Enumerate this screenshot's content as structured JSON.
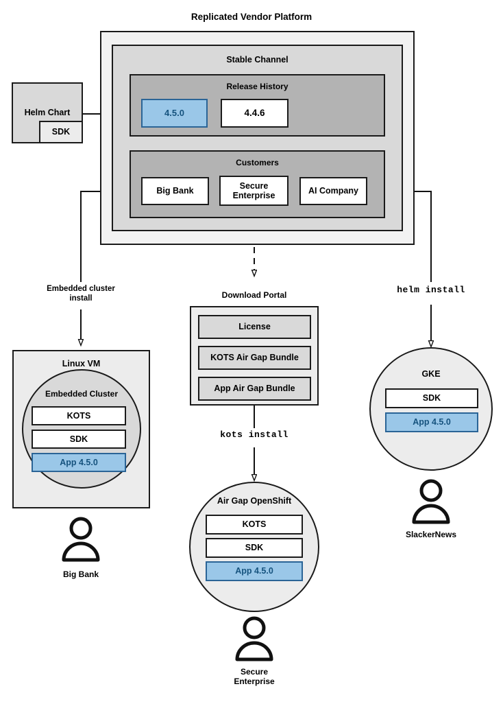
{
  "diagram": {
    "title": "Replicated Vendor Platform",
    "theme": {
      "highlight_fill": "#9ac7e8",
      "highlight_border": "#2a6496",
      "highlight_text": "#16537e",
      "stroke": "#1a1a1a",
      "platform_fill": "#f2f2f2",
      "channel_fill": "#d9d9d9",
      "section_fill": "#b3b3b3",
      "node_fill": "#ececec"
    },
    "platform": {
      "label": "Replicated Vendor Platform",
      "channel": {
        "label": "Stable Channel",
        "release_history": {
          "label": "Release History",
          "releases": [
            {
              "version": "4.5.0",
              "highlighted": true
            },
            {
              "version": "4.4.6",
              "highlighted": false
            }
          ]
        },
        "customers": {
          "label": "Customers",
          "items": [
            {
              "name": "Big Bank"
            },
            {
              "name": "Secure\nEnterprise"
            },
            {
              "name": "AI Company"
            }
          ]
        }
      }
    },
    "helm_chart": {
      "label": "Helm Chart",
      "sdk_label": "SDK"
    },
    "download_portal": {
      "label": "Download Portal",
      "artifacts": [
        {
          "name": "License"
        },
        {
          "name": "KOTS Air Gap Bundle"
        },
        {
          "name": "App Air Gap Bundle"
        }
      ]
    },
    "edges": [
      {
        "id": "helm-to-release",
        "label": "",
        "style": "solid"
      },
      {
        "id": "bigbank-to-linuxvm",
        "label": "Embedded cluster\ninstall",
        "style": "solid"
      },
      {
        "id": "secure-to-portal",
        "label": "",
        "style": "dashed"
      },
      {
        "id": "portal-to-openshift",
        "label": "kots install",
        "style": "solid",
        "mono": true
      },
      {
        "id": "aicompany-to-gke",
        "label": "helm install",
        "style": "solid",
        "mono": true
      }
    ],
    "targets": [
      {
        "id": "linux-vm",
        "shape": "rect",
        "label": "Linux VM",
        "inner": {
          "shape": "circle",
          "label": "Embedded Cluster",
          "components": [
            {
              "name": "KOTS",
              "highlighted": false
            },
            {
              "name": "SDK",
              "highlighted": false
            },
            {
              "name": "App 4.5.0",
              "highlighted": true
            }
          ]
        },
        "persona": "Big Bank"
      },
      {
        "id": "air-gap-openshift",
        "shape": "circle",
        "label": "Air Gap OpenShift",
        "components": [
          {
            "name": "KOTS",
            "highlighted": false
          },
          {
            "name": "SDK",
            "highlighted": false
          },
          {
            "name": "App 4.5.0",
            "highlighted": true
          }
        ],
        "persona": "Secure\nEnterprise"
      },
      {
        "id": "gke",
        "shape": "circle",
        "label": "GKE",
        "components": [
          {
            "name": "SDK",
            "highlighted": false
          },
          {
            "name": "App 4.5.0",
            "highlighted": true
          }
        ],
        "persona": "SlackerNews"
      }
    ]
  }
}
